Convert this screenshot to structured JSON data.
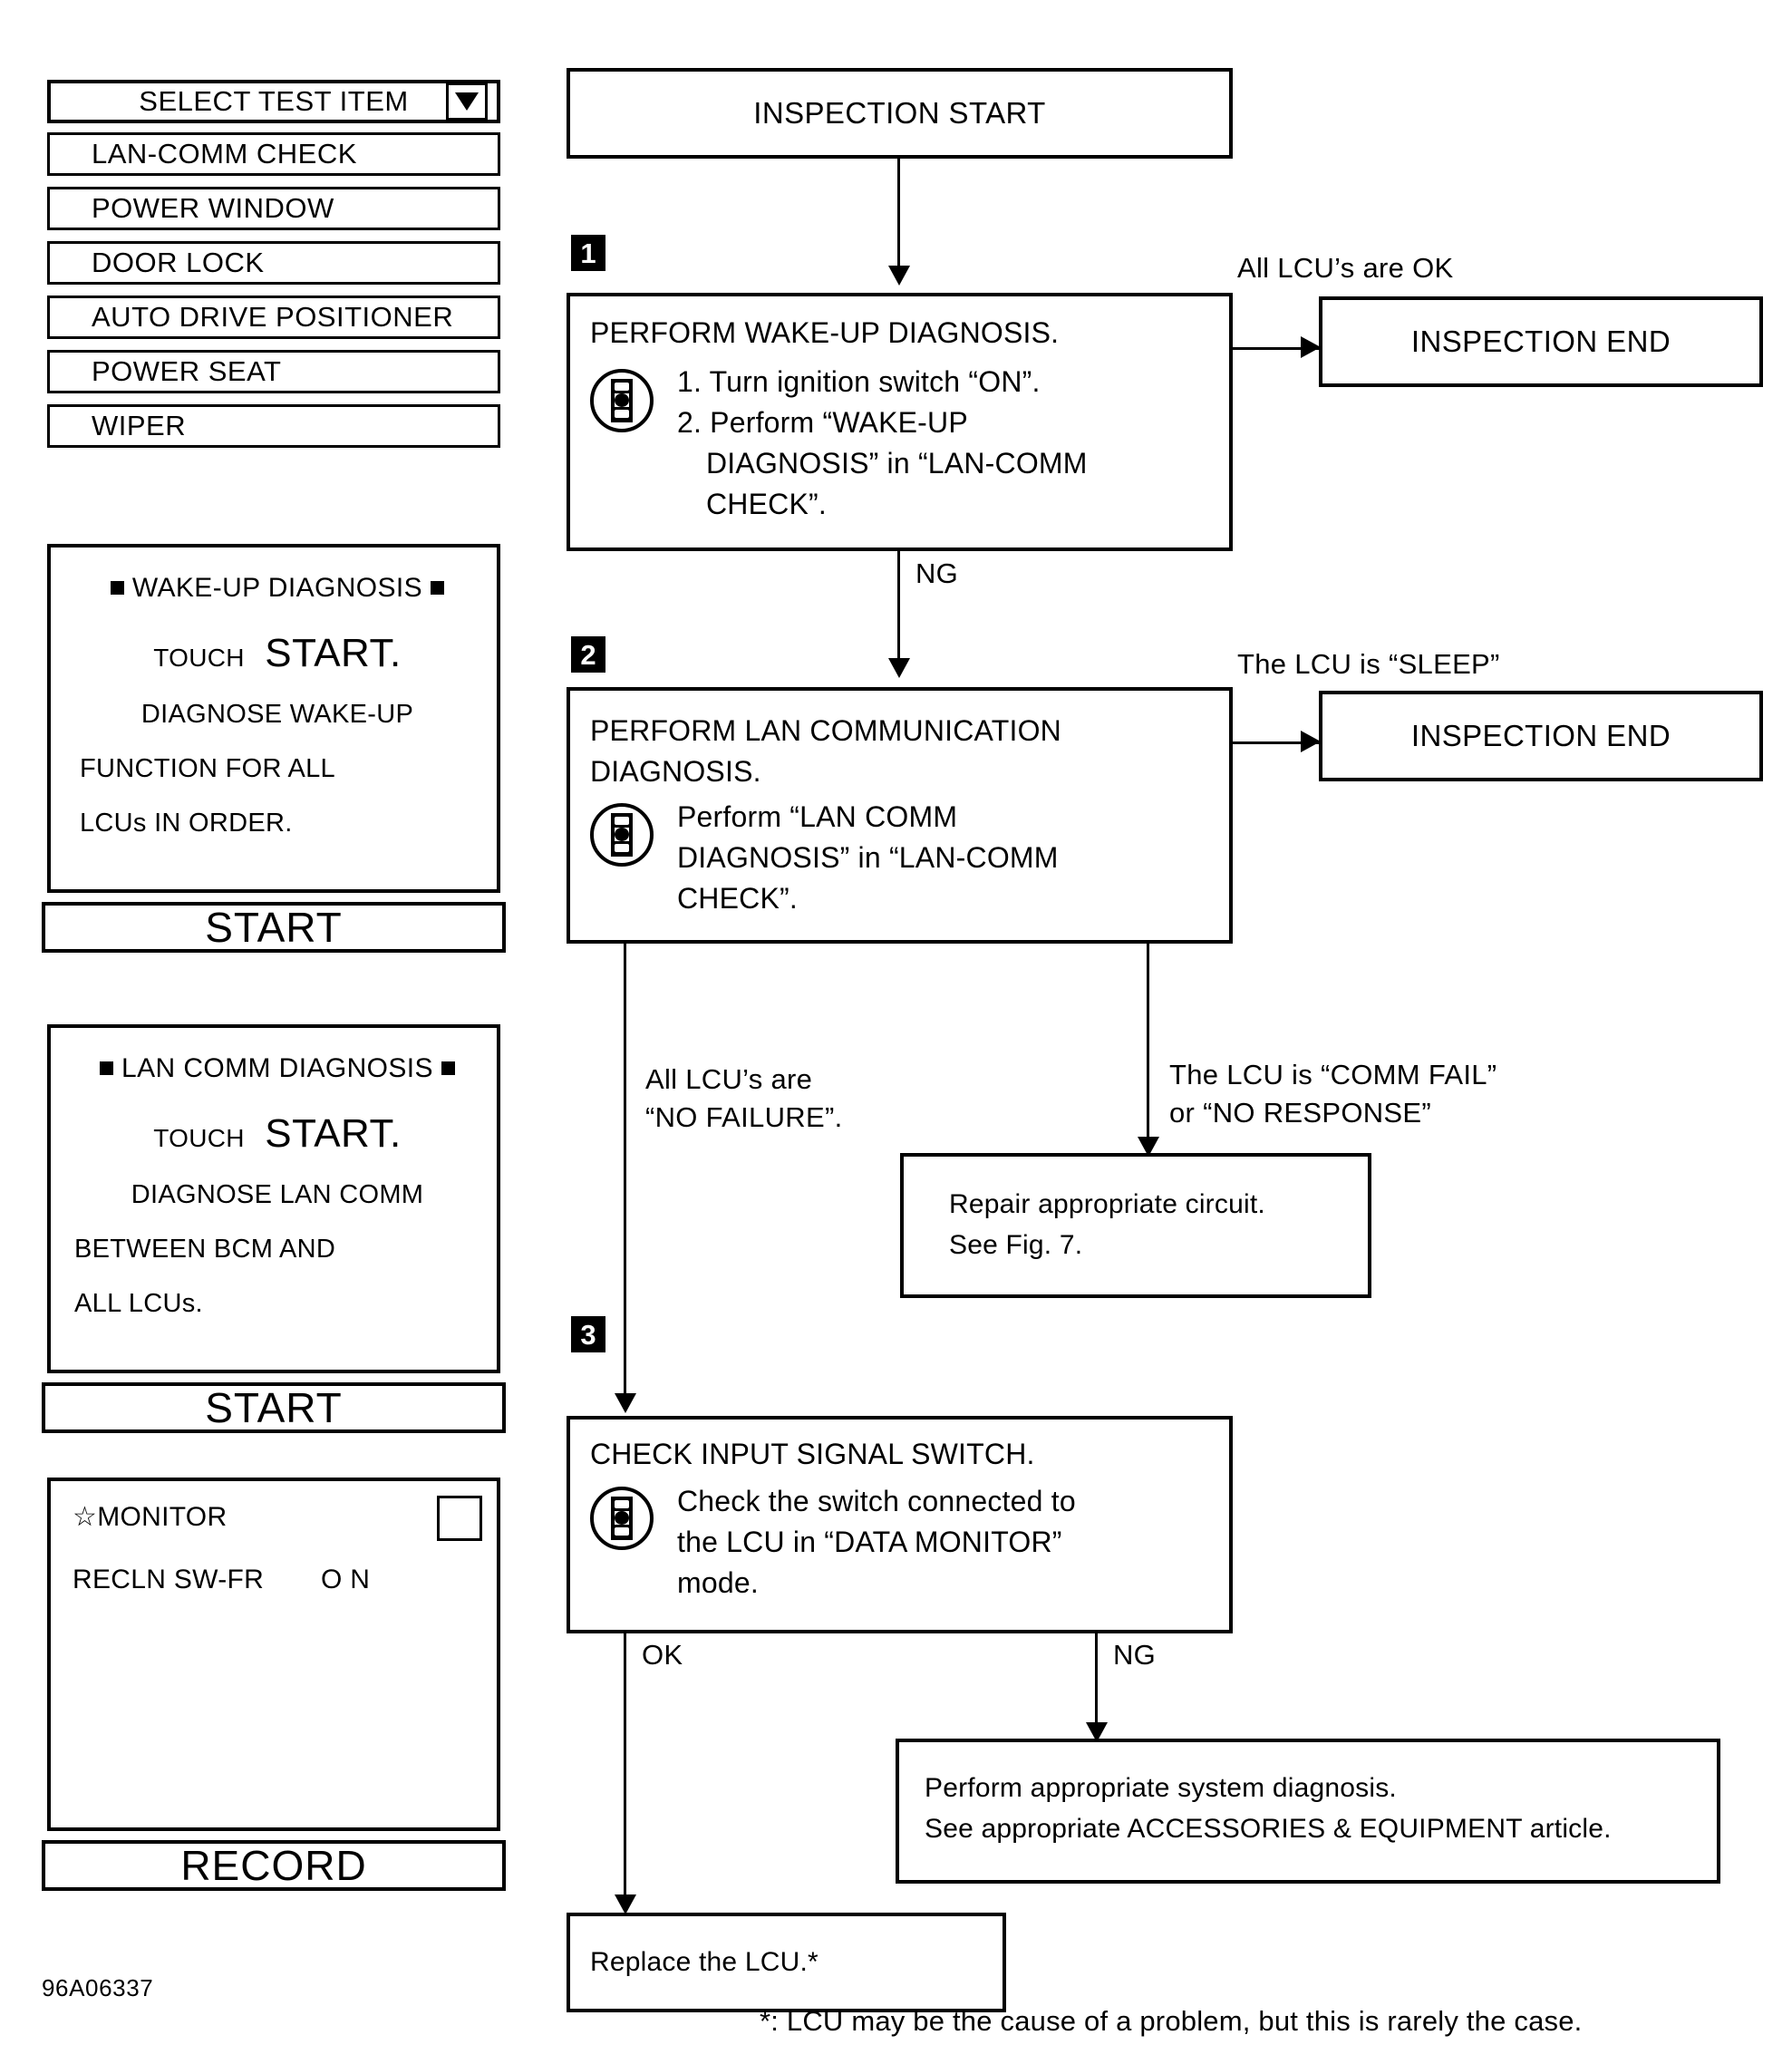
{
  "figure_code": "96A06337",
  "footnote": "*: LCU may be the cause of a problem, but this is rarely the case.",
  "consult_screens": {
    "select_test_item": {
      "header": "SELECT TEST ITEM",
      "dropdown_icon": "chevron-down-icon",
      "items": [
        "LAN-COMM CHECK",
        "POWER WINDOW",
        "DOOR LOCK",
        "AUTO DRIVE POSITIONER",
        "POWER SEAT",
        "WIPER"
      ]
    },
    "wake_up_diagnosis": {
      "title": "WAKE-UP DIAGNOSIS",
      "touch_prefix": "TOUCH",
      "touch_target": "START.",
      "lines": [
        "DIAGNOSE WAKE-UP",
        "FUNCTION FOR ALL",
        "LCUs IN ORDER."
      ],
      "action_button": "START"
    },
    "lan_comm_diagnosis": {
      "title": "LAN COMM DIAGNOSIS",
      "touch_prefix": "TOUCH",
      "touch_target": "START.",
      "lines": [
        "DIAGNOSE LAN COMM",
        "BETWEEN BCM AND",
        "ALL LCUs."
      ],
      "action_button": "START"
    },
    "monitor": {
      "title": "MONITOR",
      "star_icon": "star-icon",
      "checkbox_icon": "checkbox-icon",
      "rows": [
        {
          "name": "RECLN SW-FR",
          "value": "O N"
        }
      ],
      "action_button": "RECORD"
    }
  },
  "flow": {
    "start_box": "INSPECTION START",
    "steps": [
      {
        "badge": "1",
        "title": "PERFORM WAKE-UP DIAGNOSIS.",
        "icon": "consult-device-icon",
        "body": [
          "1. Turn ignition switch “ON”.",
          "2. Perform “WAKE-UP",
          "DIAGNOSIS” in “LAN-COMM",
          "CHECK”."
        ]
      },
      {
        "badge": "2",
        "title_lines": [
          "PERFORM LAN COMMUNICATION",
          "DIAGNOSIS."
        ],
        "icon": "consult-device-icon",
        "body": [
          "Perform “LAN COMM",
          "DIAGNOSIS” in “LAN-COMM",
          "CHECK”."
        ]
      },
      {
        "badge": "3",
        "title": "CHECK INPUT SIGNAL SWITCH.",
        "icon": "consult-device-icon",
        "body": [
          "Check the switch connected to",
          "the LCU in “DATA MONITOR”",
          "mode."
        ]
      }
    ],
    "end_box_1": "INSPECTION END",
    "end_box_2": "INSPECTION END",
    "repair_box": [
      "Repair appropriate circuit.",
      "See Fig. 7."
    ],
    "system_diagnosis_box": [
      "Perform appropriate system diagnosis.",
      "See appropriate ACCESSORIES & EQUIPMENT article."
    ],
    "replace_box": "Replace the LCU.*",
    "edge_labels": {
      "all_lcus_ok": "All LCU’s are OK",
      "ng_1": "NG",
      "lcu_sleep": "The LCU is “SLEEP”",
      "no_failure_l1": "All LCU’s are",
      "no_failure_l2": "“NO FAILURE”.",
      "comm_fail_l1": "The LCU is “COMM FAIL”",
      "comm_fail_l2": "or “NO RESPONSE”",
      "ok_3": "OK",
      "ng_3": "NG"
    }
  }
}
